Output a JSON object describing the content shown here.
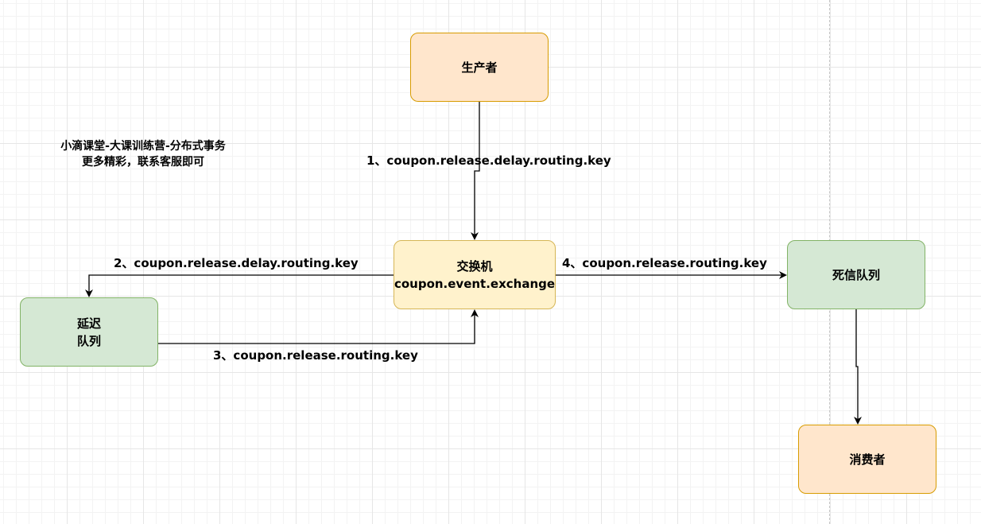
{
  "nodes": {
    "producer": "生产者",
    "exchange_line1": "交换机",
    "exchange_line2": "coupon.event.exchange",
    "delay_queue_line1": "延迟",
    "delay_queue_line2": "队列",
    "dead_letter_queue": "死信队列",
    "consumer": "消费者"
  },
  "edges": {
    "step1": "1、coupon.release.delay.routing.key",
    "step2": "2、coupon.release.delay.routing.key",
    "step3": "3、coupon.release.routing.key",
    "step4": "4、coupon.release.routing.key"
  },
  "note": {
    "line1": "小滴课堂-大课训练营-分布式事务",
    "line2": "更多精彩，联系客服即可"
  },
  "colors": {
    "orange_fill": "#ffe6cc",
    "orange_stroke": "#d79b00",
    "yellow_fill": "#fff2cc",
    "yellow_stroke": "#d6b656",
    "green_fill": "#d5e8d4",
    "green_stroke": "#82b366",
    "edge": "#000000"
  }
}
